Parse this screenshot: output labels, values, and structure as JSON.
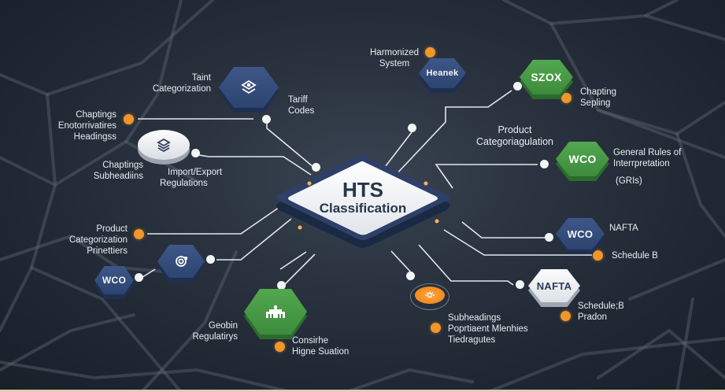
{
  "diagram": {
    "title": "HTS",
    "subtitle": "Classification",
    "colors": {
      "background": "#1e2732",
      "accent_dot": "#f0962a",
      "navy_node": "#3a5283",
      "green_node": "#48a046",
      "white_node": "#eef0f3",
      "link_line": "#e6e9ee",
      "text": "#e9edf2"
    },
    "nodes": [
      {
        "id": "n_taint",
        "style": "navy-hex",
        "icon": "layers-diamond-icon",
        "label": ""
      },
      {
        "id": "n_heanek",
        "style": "navy-hex",
        "icon": "",
        "label": "Heanek"
      },
      {
        "id": "n_szox",
        "style": "green-hex",
        "icon": "",
        "label": "SZOX"
      },
      {
        "id": "n_stack",
        "style": "white-round",
        "icon": "stack-icon",
        "label": ""
      },
      {
        "id": "n_wco_green",
        "style": "green-hex",
        "icon": "",
        "label": "WCO"
      },
      {
        "id": "n_sync",
        "style": "navy-hex",
        "icon": "sync-icon",
        "label": ""
      },
      {
        "id": "n_wco_left",
        "style": "navy-hex",
        "icon": "",
        "label": "WCO"
      },
      {
        "id": "n_building",
        "style": "green-hex",
        "icon": "building-icon",
        "label": ""
      },
      {
        "id": "n_orange",
        "style": "orange-disc",
        "icon": "sun-icon",
        "label": ""
      },
      {
        "id": "n_wco_right",
        "style": "navy-hex",
        "icon": "",
        "label": "WCO"
      },
      {
        "id": "n_nafta",
        "style": "white-hex",
        "icon": "",
        "label": "NAFTA"
      }
    ],
    "labels": {
      "taint": [
        "Taint",
        "Categorization"
      ],
      "tariff": [
        "Tariff",
        "Codes"
      ],
      "harmonized": [
        "Harmonized",
        "System"
      ],
      "chaptings_enc": [
        "Chaptings",
        "Enotorrivatires",
        "Headingss"
      ],
      "chapting_sepling": [
        "Chapting",
        "Sepling"
      ],
      "product_cat_right": [
        "Product",
        "Categoriagulation"
      ],
      "gri": [
        "General Rules of",
        "Interrpretation"
      ],
      "gri_abbr": "(GRIs)",
      "chaptings_sub": [
        "Chaptings",
        "Subheadiins"
      ],
      "import_export": [
        "Import/Export",
        "Regulations"
      ],
      "product_cat_left": [
        "Product",
        "Categorization",
        "Prinettiers"
      ],
      "nafta_label": "NAFTA",
      "schedule_b": "Schedule B",
      "geobin": [
        "Geobin",
        "Regulatirys"
      ],
      "consirhe": [
        "Consirhe",
        "Higne Suation"
      ],
      "subheadings": [
        "Subheadings",
        "Poprtiaent Mlenhies",
        "Tiedragutes"
      ],
      "schedule_pradon": [
        "Schedule;B",
        "Pradon"
      ]
    }
  }
}
